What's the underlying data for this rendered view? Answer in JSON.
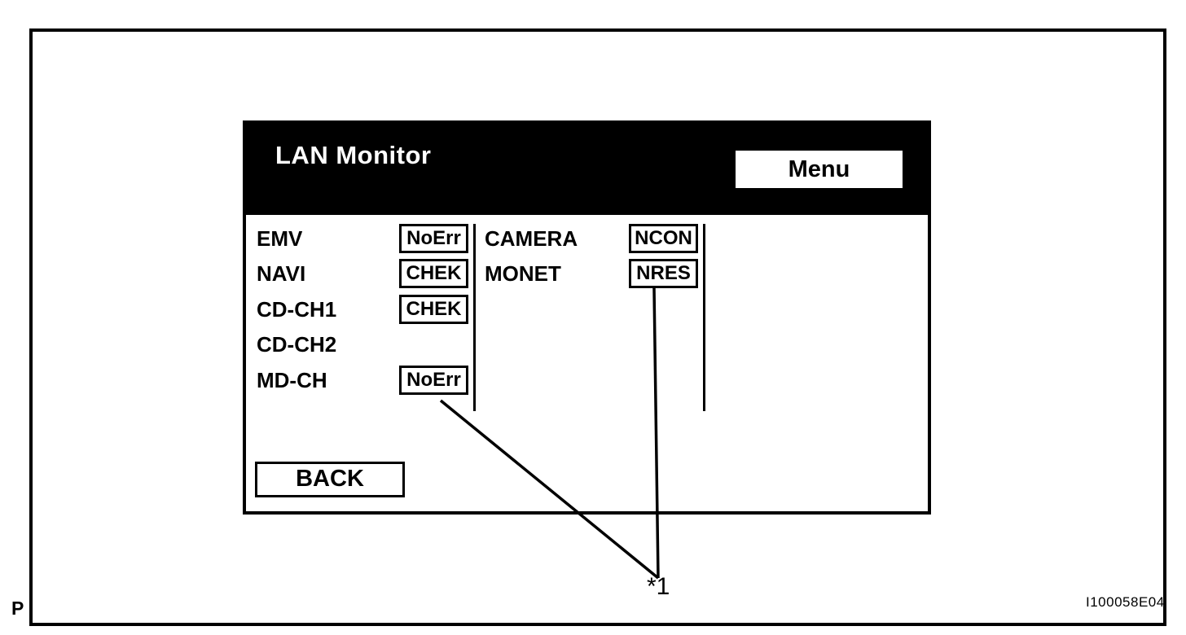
{
  "page": {
    "marker": "P",
    "figure_code": "I100058E04"
  },
  "screen": {
    "title": "LAN Monitor",
    "menu_button": "Menu",
    "back_button": "BACK",
    "devices_col1": [
      {
        "label": "EMV",
        "status": "NoErr"
      },
      {
        "label": "NAVI",
        "status": "CHEK"
      },
      {
        "label": "CD-CH1",
        "status": "CHEK"
      },
      {
        "label": "CD-CH2",
        "status": ""
      },
      {
        "label": "MD-CH",
        "status": "NoErr"
      }
    ],
    "devices_col2": [
      {
        "label": "CAMERA",
        "status": "NCON"
      },
      {
        "label": "MONET",
        "status": "NRES"
      }
    ],
    "footnote_marker": "*1",
    "colors": {
      "header_bg": "#000000",
      "screen_bg": "#ffffff",
      "text": "#000000"
    }
  }
}
